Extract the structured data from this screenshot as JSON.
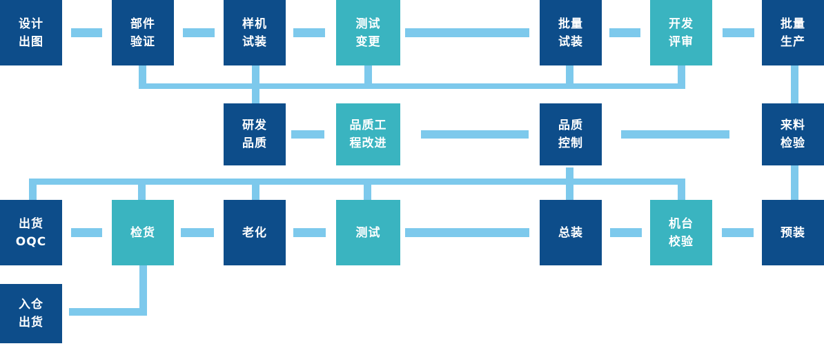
{
  "colors": {
    "primary": "#0d4d8a",
    "accent": "#3ab4c0",
    "connector": "#7dc9ec",
    "label_text": "#ffffff",
    "background": "#ffffff"
  },
  "nodes": [
    {
      "id": "design-drawing",
      "label": "设计\n出图",
      "variant": "primary"
    },
    {
      "id": "component-verification",
      "label": "部件\n验证",
      "variant": "primary"
    },
    {
      "id": "prototype-assembly",
      "label": "样机\n试装",
      "variant": "primary"
    },
    {
      "id": "test-change",
      "label": "测试\n变更",
      "variant": "accent"
    },
    {
      "id": "batch-trial-assembly",
      "label": "批量\n试装",
      "variant": "primary"
    },
    {
      "id": "development-review",
      "label": "开发\n评审",
      "variant": "accent"
    },
    {
      "id": "mass-production",
      "label": "批量\n生产",
      "variant": "primary"
    },
    {
      "id": "rd-quality",
      "label": "研发\n品质",
      "variant": "primary"
    },
    {
      "id": "quality-engineering-improvement",
      "label": "品质工\n程改进",
      "variant": "accent"
    },
    {
      "id": "quality-control",
      "label": "品质\n控制",
      "variant": "primary"
    },
    {
      "id": "incoming-inspection",
      "label": "来料\n检验",
      "variant": "primary"
    },
    {
      "id": "shipping-oqc",
      "label": "出货\nOQC",
      "variant": "primary"
    },
    {
      "id": "goods-inspection",
      "label": "检货",
      "variant": "accent"
    },
    {
      "id": "burn-in",
      "label": "老化",
      "variant": "primary"
    },
    {
      "id": "testing",
      "label": "测试",
      "variant": "accent"
    },
    {
      "id": "final-assembly",
      "label": "总装",
      "variant": "primary"
    },
    {
      "id": "machine-calibration",
      "label": "机台\n校验",
      "variant": "accent"
    },
    {
      "id": "pre-assembly",
      "label": "预装",
      "variant": "primary"
    },
    {
      "id": "warehouse-shipping",
      "label": "入仓\n出货",
      "variant": "primary"
    }
  ]
}
